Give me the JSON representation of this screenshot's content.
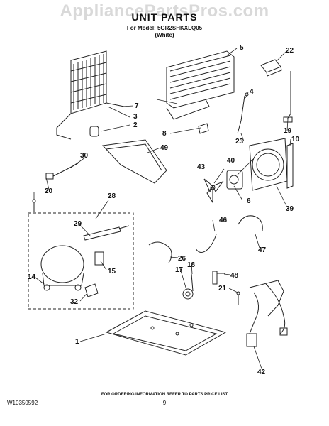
{
  "watermark": "AppliancePartsPros.com",
  "title": "UNIT PARTS",
  "model_line": "For Model: 5GR2SHKXLQ05",
  "color_line": "(White)",
  "footer": {
    "doc_number": "W10350592",
    "ordering_note": "FOR ORDERING INFORMATION REFER TO PARTS PRICE LIST",
    "page": "9"
  },
  "callouts": {
    "c1": "1",
    "c2": "2",
    "c3": "3",
    "c4": "4",
    "c5": "5",
    "c6": "6",
    "c7": "7",
    "c8": "8",
    "c10": "10",
    "c14": "14",
    "c15": "15",
    "c17": "17",
    "c18": "18",
    "c19": "19",
    "c20": "20",
    "c21": "21",
    "c22": "22",
    "c23": "23",
    "c26": "26",
    "c28": "28",
    "c29": "29",
    "c30": "30",
    "c32": "32",
    "c39": "39",
    "c40": "40",
    "c42": "42",
    "c43": "43",
    "c46": "46",
    "c47": "47",
    "c48": "48",
    "c49": "49"
  }
}
